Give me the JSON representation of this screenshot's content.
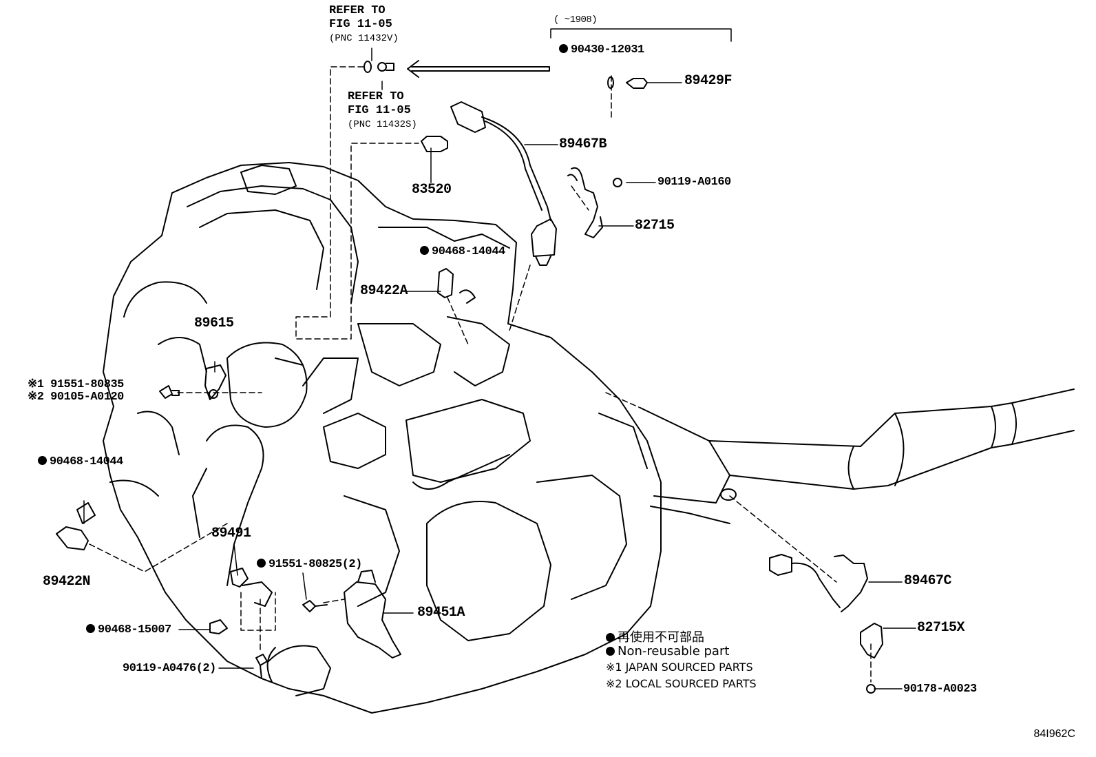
{
  "refer_a": {
    "l1": "REFER TO",
    "l2": "FIG 11-05",
    "l3": "(PNC 11432V)"
  },
  "refer_b": {
    "l1": "REFER TO",
    "l2": "FIG 11-05",
    "l3": "(PNC 11432S)"
  },
  "bracket_note": "(     ~1908)",
  "parts": {
    "p90430": "90430-12031",
    "p89429F": "89429F",
    "p89467B": "89467B",
    "p90119a": "90119-A0160",
    "p82715": "82715",
    "p83520": "83520",
    "p90468a": "90468-14044",
    "p89422A": "89422A",
    "p89615": "89615",
    "p91551a": "※1 91551-80835",
    "p90105": "※2 90105-A0120",
    "p90468b": "90468-14044",
    "p89422N": "89422N",
    "p89491": "89491",
    "p91551b": "91551-80825(2)",
    "p89451A": "89451A",
    "p90468c": "90468-15007",
    "p90119b": "90119-A0476(2)",
    "p89467C": "89467C",
    "p82715X": "82715X",
    "p90178": "90178-A0023"
  },
  "legend": {
    "jp": "再使用不可部品",
    "en": "Non-reusable part",
    "n1": "※1 JAPAN SOURCED PARTS",
    "n2": "※2 LOCAL SOURCED PARTS"
  },
  "diagram_code": "84I962C"
}
